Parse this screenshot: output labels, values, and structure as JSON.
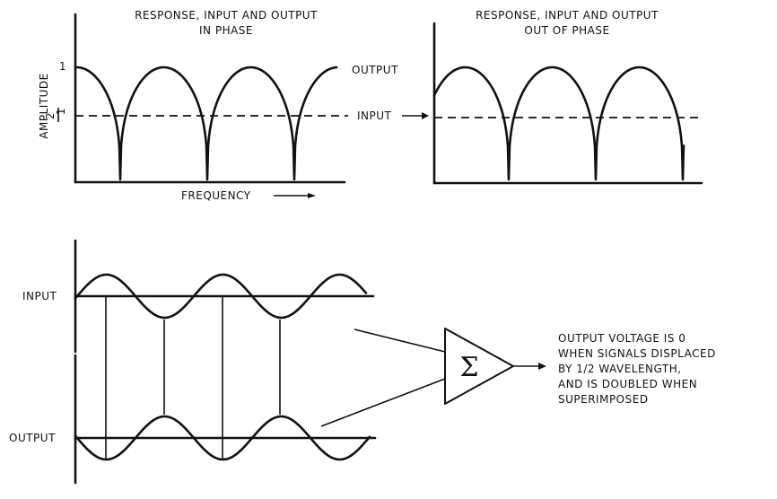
{
  "top_left": {
    "title_line1": "RESPONSE, INPUT AND OUTPUT",
    "title_line2": "IN PHASE",
    "ylabel": "AMPLITUDE",
    "tick_1": "1",
    "tick_half_num": "1",
    "tick_half_den": "2",
    "xlabel": "FREQUENCY",
    "output_label": "OUTPUT",
    "input_label": "INPUT"
  },
  "top_right": {
    "title_line1": "RESPONSE, INPUT AND OUTPUT",
    "title_line2": "OUT OF PHASE"
  },
  "bottom": {
    "input_label": "INPUT",
    "output_label": "OUTPUT",
    "summer_symbol": "Σ",
    "note_lines": [
      "OUTPUT VOLTAGE IS 0",
      "WHEN SIGNALS DISPLACED",
      "BY 1/2 WAVELENGTH,",
      "AND IS DOUBLED WHEN",
      "SUPERIMPOSED"
    ]
  }
}
